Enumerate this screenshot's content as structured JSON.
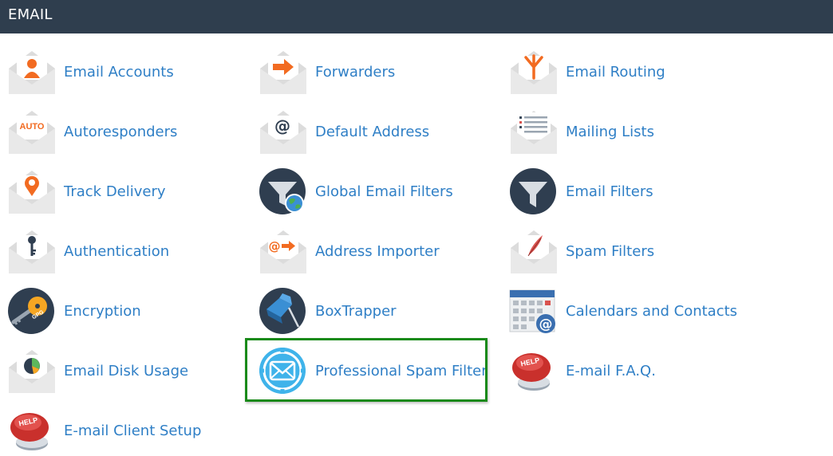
{
  "header": {
    "title": "EMAIL"
  },
  "items": [
    {
      "label": "Email Accounts"
    },
    {
      "label": "Forwarders"
    },
    {
      "label": "Email Routing"
    },
    {
      "label": "Autoresponders"
    },
    {
      "label": "Default Address"
    },
    {
      "label": "Mailing Lists"
    },
    {
      "label": "Track Delivery"
    },
    {
      "label": "Global Email Filters"
    },
    {
      "label": "Email Filters"
    },
    {
      "label": "Authentication"
    },
    {
      "label": "Address Importer"
    },
    {
      "label": "Spam Filters"
    },
    {
      "label": "Encryption"
    },
    {
      "label": "BoxTrapper"
    },
    {
      "label": "Calendars and Contacts"
    },
    {
      "label": "Email Disk Usage"
    },
    {
      "label": "Professional Spam Filter"
    },
    {
      "label": "E-mail F.A.Q."
    },
    {
      "label": "E-mail Client Setup"
    }
  ],
  "icon_text": {
    "auto": "AUTO",
    "gpg": "GPG",
    "help": "HELP",
    "at": "@"
  },
  "highlighted_item": "Professional Spam Filter",
  "colors": {
    "header_bg": "#2f3e4e",
    "link": "#2f7fc6",
    "highlight_border": "#1a8a1a",
    "accent_orange": "#f26b21",
    "dark_circle": "#2f3e50"
  }
}
